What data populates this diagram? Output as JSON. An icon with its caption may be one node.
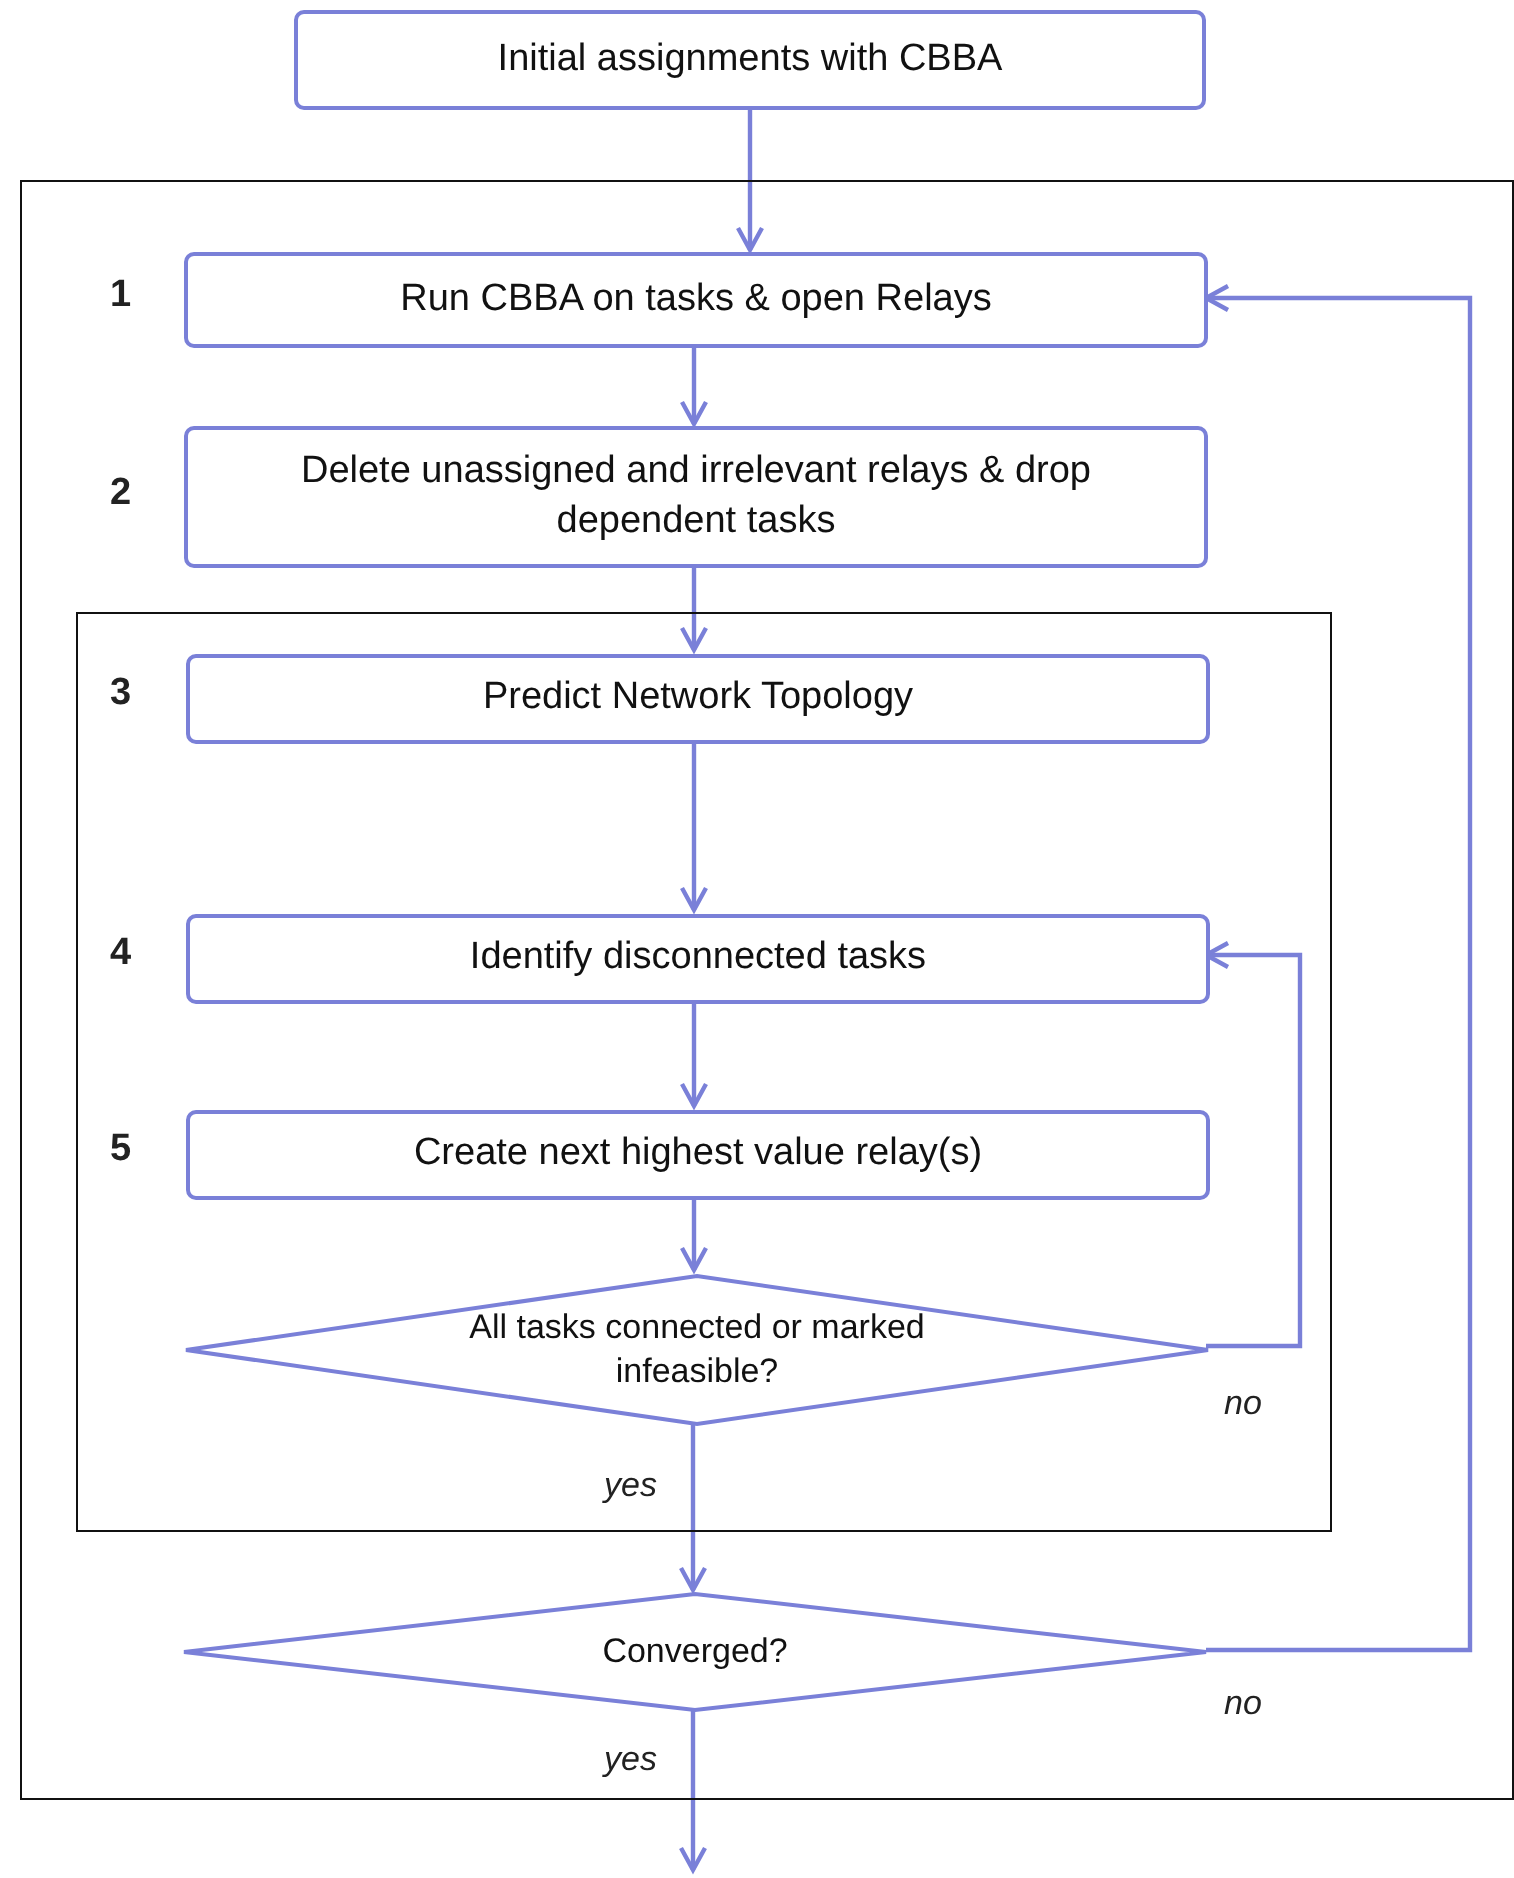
{
  "diagram": {
    "nodes": [
      {
        "text": [
          "Initial assignments with CBBA"
        ]
      },
      {
        "text": [],
        "shape": "box"
      },
      {
        "text": [
          "Run CBBA on tasks & open Relays"
        ],
        "in": 1,
        "beside": [
          "1"
        ]
      },
      {
        "text": [
          "Delete unassigned and irrelevant relays & drop dependent tasks"
        ],
        "in": 1,
        "beside": [
          "2"
        ]
      },
      {
        "text": [],
        "shape": "box",
        "in": 1
      },
      {
        "text": [
          "Predict Network Topology"
        ],
        "in": 4,
        "beside": [
          "3"
        ]
      },
      {
        "text": [
          "Identify disconnected tasks"
        ],
        "in": 4,
        "beside": [
          "4"
        ]
      },
      {
        "text": [
          "Create next highest value relay(s)"
        ],
        "in": 4,
        "beside": [
          "5"
        ]
      },
      {
        "text": [
          "All tasks connected or marked infeasible?"
        ],
        "in": 4
      },
      {
        "text": [
          "Converged?"
        ],
        "in": 1
      }
    ],
    "edges": [
      {
        "from": 0,
        "to": 2,
        "arrow": "to"
      },
      {
        "from": 2,
        "to": 3,
        "arrow": "to"
      },
      {
        "from": 3,
        "to": 5,
        "arrow": "to"
      },
      {
        "from": 5,
        "to": 6,
        "arrow": "to"
      },
      {
        "from": 6,
        "to": 7,
        "arrow": "to"
      },
      {
        "from": 7,
        "to": 8,
        "arrow": "to"
      },
      {
        "from": 8,
        "to": 6,
        "arrow": "to",
        "label": "no"
      },
      {
        "from": 8,
        "to": 9,
        "arrow": "to",
        "label": "yes"
      },
      {
        "from": 9,
        "to": 2,
        "arrow": "to",
        "label": "no"
      },
      {
        "from": 9,
        "to": null,
        "arrow": "to",
        "label": "yes"
      }
    ]
  }
}
